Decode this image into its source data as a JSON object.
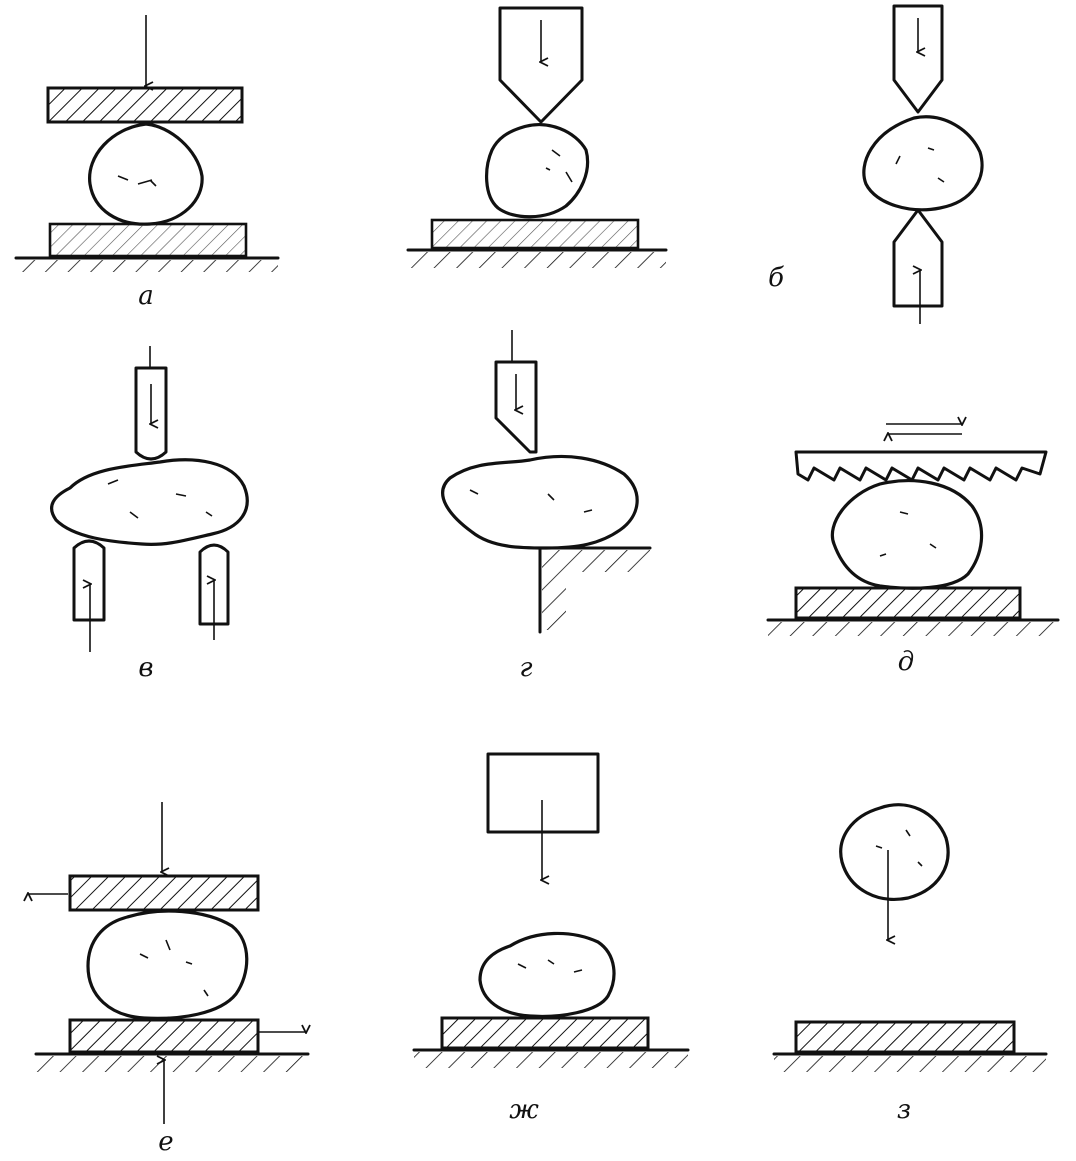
{
  "labels": {
    "a": "а",
    "b": "б",
    "v": "в",
    "g": "г",
    "d": "д",
    "e": "е",
    "zh": "ж",
    "z": "з"
  },
  "colors": {
    "ink": "#111111",
    "paper": "#ffffff"
  }
}
